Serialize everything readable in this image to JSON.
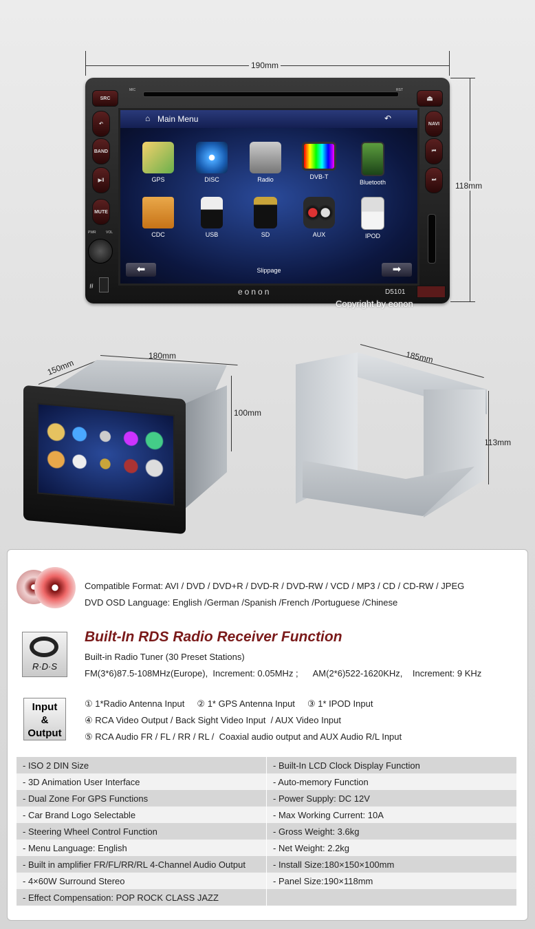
{
  "dimensions": {
    "front_width": "190mm",
    "front_height": "118mm",
    "side_width": "180mm",
    "side_depth": "150mm",
    "side_height": "100mm",
    "cage_width": "185mm",
    "cage_height": "113mm"
  },
  "unit": {
    "screen_title": "Main Menu",
    "apps": [
      "GPS",
      "DISC",
      "Radio",
      "DVB-T",
      "Bluetooth",
      "CDC",
      "USB",
      "SD",
      "AUX",
      "IPOD"
    ],
    "slippage_label": "Slippage",
    "buttons": {
      "src": "SRC",
      "band": "BAND",
      "mute": "MUTE",
      "navi": "NAVI",
      "mic": "MIC",
      "rst": "RST",
      "pwr": "PWR",
      "vol": "VOL"
    },
    "brand": "eonon",
    "model": "D5101",
    "copyright": "Copyright by eonon"
  },
  "info": {
    "format_line": "Compatible Format: AVI / DVD / DVD+R / DVD-R / DVD-RW / VCD / MP3 / CD / CD-RW / JPEG",
    "osd_line": "DVD OSD Language: English /German /Spanish /French /Portuguese /Chinese",
    "rds_badge": "R·D·S",
    "rds_title": "Built-In RDS Radio Receiver Function",
    "rds_line1": "Built-in Radio Tuner (30 Preset Stations)",
    "rds_line2": "FM(3*6)87.5-108MHz(Europe),  Increment: 0.05MHz ;      AM(2*6)522-1620KHz,    Increment: 9 KHz",
    "io_badge": [
      "Input",
      "&",
      "Output"
    ],
    "io_line1": "① 1*Radio Antenna Input     ② 1* GPS Antenna Input     ③ 1* IPOD Input",
    "io_line2": "④ RCA Video Output / Back Sight Video Input  / AUX Video Input",
    "io_line3": "⑤ RCA Audio FR / FL / RR / RL /  Coaxial audio output and AUX Audio R/L Input"
  },
  "specs": [
    [
      "- ISO 2 DIN Size",
      "- Built-In LCD Clock Display Function"
    ],
    [
      "- 3D Animation User Interface",
      "- Auto-memory Function"
    ],
    [
      "- Dual Zone For GPS Functions",
      "- Power Supply: DC 12V"
    ],
    [
      "- Car Brand Logo Selectable",
      "- Max Working Current: 10A"
    ],
    [
      "- Steering Wheel Control Function",
      "- Gross Weight: 3.6kg"
    ],
    [
      "- Menu Language: English",
      "- Net Weight: 2.2kg"
    ],
    [
      "- Built in amplifier FR/FL/RR/RL 4-Channel Audio Output",
      "- Install Size:180×150×100mm"
    ],
    [
      "- 4×60W Surround Stereo",
      "- Panel Size:190×118mm"
    ],
    [
      "- Effect Compensation: POP  ROCK  CLASS  JAZZ",
      ""
    ]
  ],
  "colors": {
    "accent_red": "#7a1a1a",
    "row_dark": "#d6d6d6",
    "row_light": "#f2f2f2"
  }
}
